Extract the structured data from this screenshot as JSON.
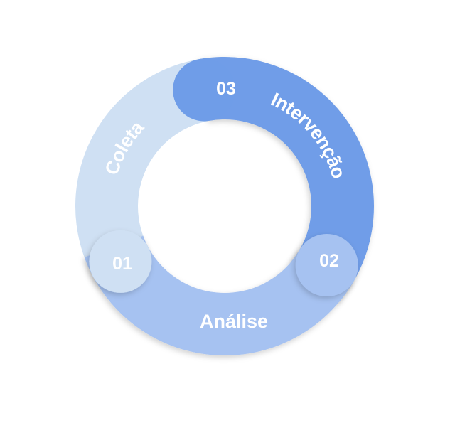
{
  "diagram": {
    "steps": [
      {
        "number": "01",
        "label": "Coleta",
        "color": "#cfe0f3"
      },
      {
        "number": "02",
        "label": "Análise",
        "color": "#a6c2f1"
      },
      {
        "number": "03",
        "label": "Intervenção",
        "color": "#6f9de8"
      }
    ]
  }
}
